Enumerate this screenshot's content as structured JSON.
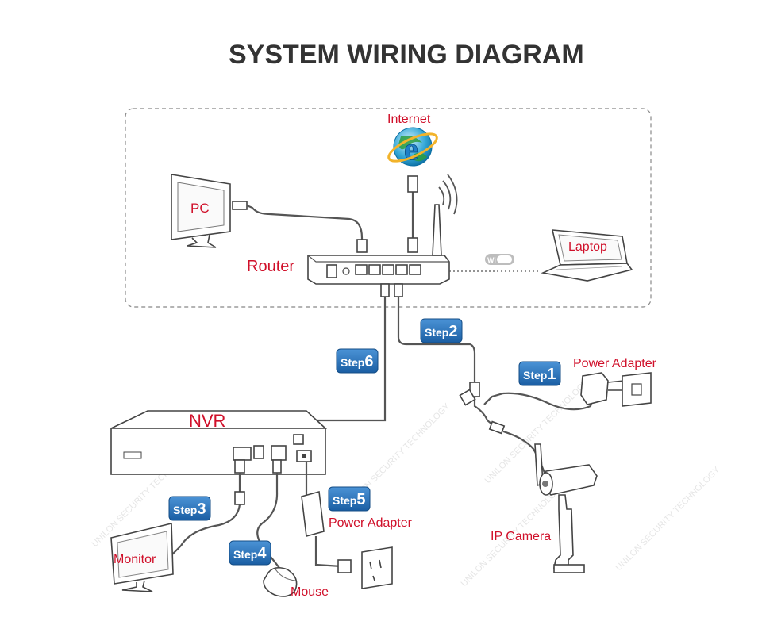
{
  "title": "SYSTEM WIRING DIAGRAM",
  "labels": {
    "internet": "Internet",
    "pc": "PC",
    "router": "Router",
    "laptop": "Laptop",
    "wifi": "Wi Fi",
    "nvr": "NVR",
    "power_adapter_camera": "Power Adapter",
    "ip_camera": "IP Camera",
    "power_adapter_nvr": "Power Adapter",
    "monitor": "Monitor",
    "mouse": "Mouse"
  },
  "steps": [
    {
      "word": "Step",
      "num": "1"
    },
    {
      "word": "Step",
      "num": "2"
    },
    {
      "word": "Step",
      "num": "3"
    },
    {
      "word": "Step",
      "num": "4"
    },
    {
      "word": "Step",
      "num": "5"
    },
    {
      "word": "Step",
      "num": "6"
    }
  ],
  "watermark": "UNILON SECURITY TECHNOLOGY",
  "colors": {
    "label_red": "#d0102a",
    "step_blue": "#1f6cb4",
    "title_gray": "#333333"
  }
}
